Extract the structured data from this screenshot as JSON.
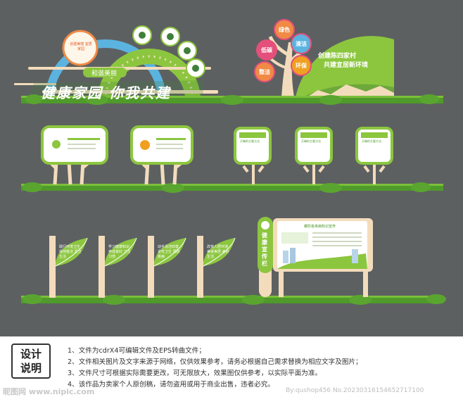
{
  "banner": {
    "heading": "健康家园 你我共建",
    "ribbon": "和谐美丽",
    "bubble_text": "创建美丽 宜居家园"
  },
  "tree": {
    "bubbles": [
      "绿色",
      "低碳",
      "清洁",
      "环保",
      "整洁"
    ],
    "slogan_line1": "创建陈四家村",
    "slogan_line2": "共建宜居新环境"
  },
  "boards": {
    "row2_small_title": "灭蝇的主要方法",
    "row3_column_label": "健康宣传栏",
    "row3_board_title": "癫防各疾病知识宣传"
  },
  "leaf_signs": [
    {
      "text": "践行环境卫生 保持整洁 爱卫生活"
    },
    {
      "text": "学习健康知识 养成良好 卫生习惯"
    },
    {
      "text": "动手清洁四害 讲究卫生 预防疾病"
    },
    {
      "text": "改变人居环境 美家美居 美好生活"
    }
  ],
  "design_notes": {
    "badge_line1": "设计",
    "badge_line2": "说明",
    "items": [
      "1、文件为cdrX4可编辑文件及EPS转曲文件；",
      "2、文件相关图片及文字来源于网络，仅供效果参考，请务必根据自己需求替换为相应文字及图片；",
      "3、文件尺寸可根据实际需要更改，可无限放大，效果图仅供参考，以实际平面为准。",
      "4、该作品为卖家个人原创稿，请勿盗用或用于商业出售，违者必究。"
    ]
  },
  "watermark": {
    "left": "昵图网 www.nipic.com",
    "right": "By:qushop456 No.20230316154652717100"
  },
  "colors": {
    "wall": "#5d6061",
    "green": "#8cc63f",
    "dark_green": "#4f9a2b",
    "wood": "#f3dcbc",
    "blue": "#5bb3e0",
    "orange": "#f08a45"
  }
}
